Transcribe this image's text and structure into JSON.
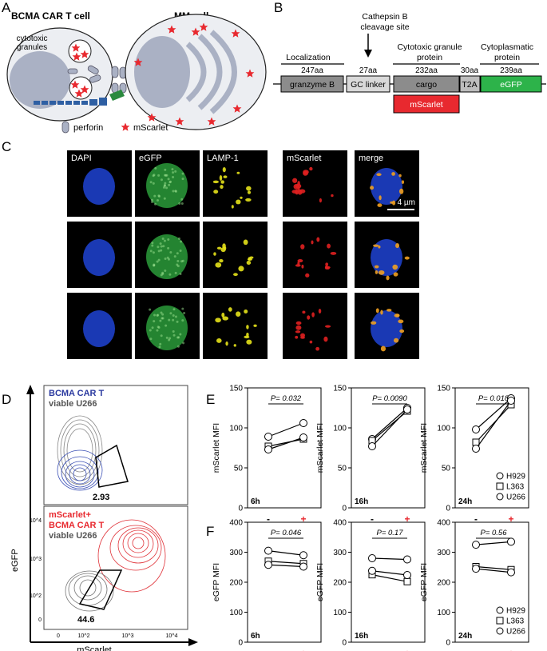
{
  "panel_labels": [
    "A",
    "B",
    "C",
    "D",
    "E",
    "F"
  ],
  "panelA": {
    "car_t_title": "BCMA CAR T cell",
    "mm_title": "MM cell",
    "granules_label": "cytotoxic\ngranules",
    "legend_perforin": "perforin",
    "legend_mscarlet": "mScarlet",
    "colors": {
      "cell_fill": "#eceef2",
      "nucleus": "#aab1c4",
      "star": "#e8292f",
      "receptor": "#2e5fa3",
      "antigen": "#2a8a3e"
    }
  },
  "panelB": {
    "cleavage_label": "Cathepsin B\ncleavage site",
    "segments": [
      {
        "header": "Localization",
        "aa": "247aa",
        "name": "granzyme B",
        "color": "#8c8c8c"
      },
      {
        "header": "",
        "aa": "27aa",
        "name": "GC linker",
        "color": "#d9d9d9"
      },
      {
        "header": "Cytotoxic granule\nprotein",
        "aa": "232aa",
        "name": "cargo",
        "color": "#8c8c8c"
      },
      {
        "header": "",
        "aa": "30aa",
        "name": "T2A",
        "color": "#bdbdbd"
      },
      {
        "header": "Cytoplasmatic\nprotein",
        "aa": "239aa",
        "name": "eGFP",
        "color": "#2db34a"
      }
    ],
    "cargo_insert": "mScarlet",
    "cargo_insert_color": "#e8292f"
  },
  "panelC": {
    "channels": [
      "DAPI",
      "eGFP",
      "LAMP-1",
      "mScarlet",
      "merge"
    ],
    "scale_bar": "4 µm",
    "rows": 3
  },
  "panelD": {
    "ylabel": "eGFP",
    "xlabel": "mScarlet",
    "top": {
      "line1": "BCMA CAR T",
      "line2": "viable U266",
      "gate_value": "2.93",
      "line1_color": "#2b3aa0",
      "line2_color": "#555555"
    },
    "bottom": {
      "line1": "mScarlet+",
      "line2": "BCMA CAR T",
      "line3": "viable U266",
      "gate_value": "44.6",
      "line1_color": "#e8292f",
      "line2_color": "#e8292f",
      "line3_color": "#555555"
    },
    "x_ticks": [
      "0",
      "10^2",
      "10^3",
      "10^4"
    ],
    "y_ticks": [
      "0",
      "10^2",
      "10^3",
      "10^4"
    ]
  },
  "chart_data": [
    {
      "type": "line",
      "panel": "E",
      "timepoint": "6h",
      "ylabel": "mScarlet MFI",
      "ylim": [
        0,
        150
      ],
      "yticks": [
        0,
        50,
        100,
        150
      ],
      "categories": [
        "-",
        "+"
      ],
      "p_text": "P= 0.032",
      "series": [
        {
          "name": "H929",
          "values": [
            89,
            106
          ]
        },
        {
          "name": "L363",
          "values": [
            77,
            86
          ]
        },
        {
          "name": "U266",
          "values": [
            73,
            88
          ]
        }
      ]
    },
    {
      "type": "line",
      "panel": "E",
      "timepoint": "16h",
      "ylabel": "mScarlet MFI",
      "ylim": [
        0,
        150
      ],
      "yticks": [
        0,
        50,
        100,
        150
      ],
      "categories": [
        "-",
        "+"
      ],
      "p_text": "P= 0.0090",
      "series": [
        {
          "name": "H929",
          "values": [
            86,
            125
          ]
        },
        {
          "name": "L363",
          "values": [
            84,
            121
          ]
        },
        {
          "name": "U266",
          "values": [
            77,
            123
          ]
        }
      ]
    },
    {
      "type": "line",
      "panel": "E",
      "timepoint": "24h",
      "ylabel": "mScarlet MFI",
      "ylim": [
        0,
        150
      ],
      "yticks": [
        0,
        50,
        100,
        150
      ],
      "categories": [
        "-",
        "+"
      ],
      "p_text": "P= 0.018",
      "legend": "bottom-right",
      "series": [
        {
          "name": "H929",
          "values": [
            98,
            137
          ]
        },
        {
          "name": "L363",
          "values": [
            82,
            129
          ]
        },
        {
          "name": "U266",
          "values": [
            74,
            134
          ]
        }
      ]
    },
    {
      "type": "line",
      "panel": "F",
      "timepoint": "6h",
      "ylabel": "eGFP MFI",
      "ylim": [
        0,
        400
      ],
      "yticks": [
        0,
        100,
        200,
        300,
        400
      ],
      "categories": [
        "-",
        "+"
      ],
      "p_text": "P= 0.046",
      "series": [
        {
          "name": "H929",
          "values": [
            305,
            290
          ]
        },
        {
          "name": "L363",
          "values": [
            270,
            262
          ]
        },
        {
          "name": "U266",
          "values": [
            258,
            252
          ]
        }
      ]
    },
    {
      "type": "line",
      "panel": "F",
      "timepoint": "16h",
      "ylabel": "eGFP MFI",
      "ylim": [
        0,
        400
      ],
      "yticks": [
        0,
        100,
        200,
        300,
        400
      ],
      "categories": [
        "-",
        "+"
      ],
      "p_text": "P= 0.17",
      "series": [
        {
          "name": "H929",
          "values": [
            280,
            276
          ]
        },
        {
          "name": "L363",
          "values": [
            225,
            202
          ]
        },
        {
          "name": "U266",
          "values": [
            238,
            224
          ]
        }
      ]
    },
    {
      "type": "line",
      "panel": "F",
      "timepoint": "24h",
      "ylabel": "eGFP MFI",
      "ylim": [
        0,
        400
      ],
      "yticks": [
        0,
        100,
        200,
        300,
        400
      ],
      "categories": [
        "-",
        "+"
      ],
      "p_text": "P= 0.56",
      "legend": "bottom-right",
      "series": [
        {
          "name": "H929",
          "values": [
            325,
            335
          ]
        },
        {
          "name": "L363",
          "values": [
            252,
            242
          ]
        },
        {
          "name": "U266",
          "values": [
            245,
            233
          ]
        }
      ]
    }
  ],
  "legend_items": [
    "H929",
    "L363",
    "U266"
  ],
  "plus_color": "#e8292f"
}
